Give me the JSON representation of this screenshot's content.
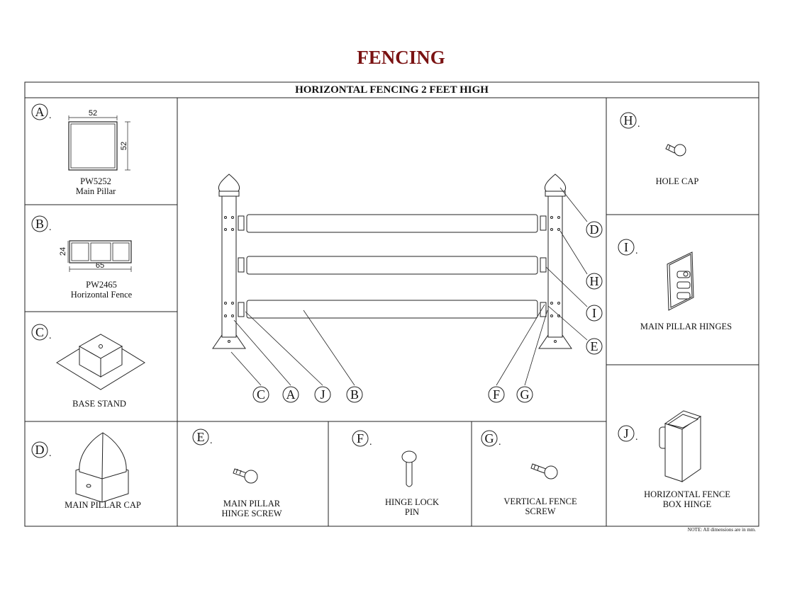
{
  "title": "FENCING",
  "subtitle": "HORIZONTAL FENCING 2 FEET HIGH",
  "note": "NOTE: All dimensions are in mm.",
  "parts": {
    "a": {
      "letter": "A",
      "code": "PW5252",
      "name": "Main Pillar",
      "dim_w": "52",
      "dim_h": "52"
    },
    "b": {
      "letter": "B",
      "code": "PW2465",
      "name": "Horizontal Fence",
      "dim_w": "65",
      "dim_h": "24"
    },
    "c": {
      "letter": "C",
      "name": "BASE STAND"
    },
    "d": {
      "letter": "D",
      "name": "MAIN PILLAR CAP"
    },
    "e": {
      "letter": "E",
      "name_line1": "MAIN PILLAR",
      "name_line2": "HINGE SCREW"
    },
    "f": {
      "letter": "F",
      "name_line1": "HINGE LOCK",
      "name_line2": "PIN"
    },
    "g": {
      "letter": "G",
      "name_line1": "VERTICAL FENCE",
      "name_line2": "SCREW"
    },
    "h": {
      "letter": "H",
      "name": "HOLE CAP"
    },
    "i": {
      "letter": "I",
      "name": "MAIN PILLAR HINGES"
    },
    "j": {
      "letter": "J",
      "name_line1": "HORIZONTAL FENCE",
      "name_line2": "BOX HINGE"
    }
  },
  "callouts": {
    "bottom": [
      "C",
      "A",
      "J",
      "B",
      "F",
      "G"
    ],
    "right": [
      "D",
      "H",
      "I",
      "E"
    ]
  },
  "colors": {
    "title": "#7a1212",
    "line": "#222222"
  }
}
